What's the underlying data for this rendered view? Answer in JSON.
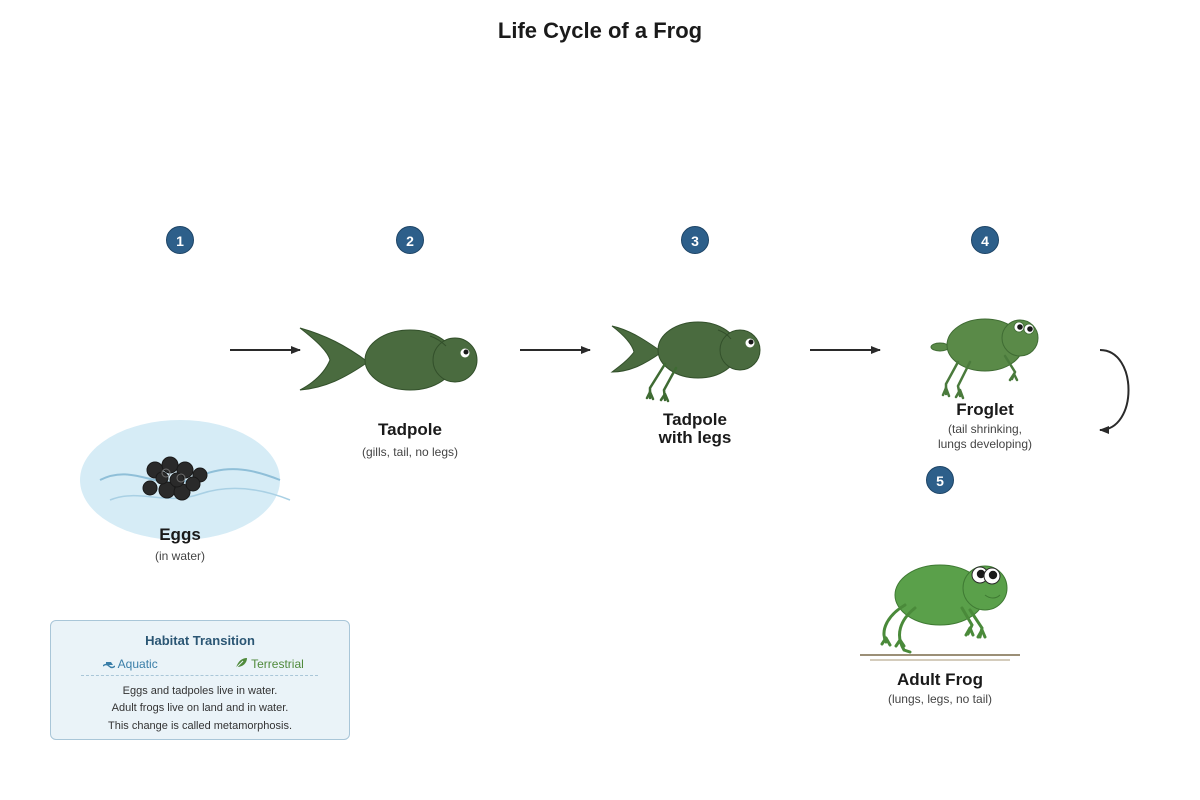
{
  "title": "Life Cycle of a Frog",
  "stages": [
    {
      "number": "1",
      "name": "Eggs",
      "sub": "(in water)"
    },
    {
      "number": "2",
      "name": "Tadpole",
      "sub": "(gills, tail, no legs)"
    },
    {
      "number": "3",
      "name_line1": "Tadpole",
      "name_line2": "with legs"
    },
    {
      "number": "4",
      "name": "Froglet",
      "sub_line1": "(tail shrinking,",
      "sub_line2": "lungs developing)"
    },
    {
      "number": "5",
      "name": "Adult Frog",
      "sub": "(lungs, legs, no tail)"
    }
  ],
  "habitat": {
    "title": "Habitat Transition",
    "aquatic_icon": "wave-icon",
    "aquatic": "Aquatic",
    "terrestrial_icon": "leaf-icon",
    "terrestrial": "Terrestrial",
    "lines": [
      "Eggs and tadpoles live in water.",
      "Adult frogs live on land and in water.",
      "This change is called metamorphosis."
    ]
  },
  "colors": {
    "badge": "#2d5f8a",
    "tadpole": "#4a6b3f",
    "froglet": "#5a8a48",
    "adult": "#5aa04a",
    "water": "#d6ecf6",
    "egg": "#2a2a2a"
  }
}
